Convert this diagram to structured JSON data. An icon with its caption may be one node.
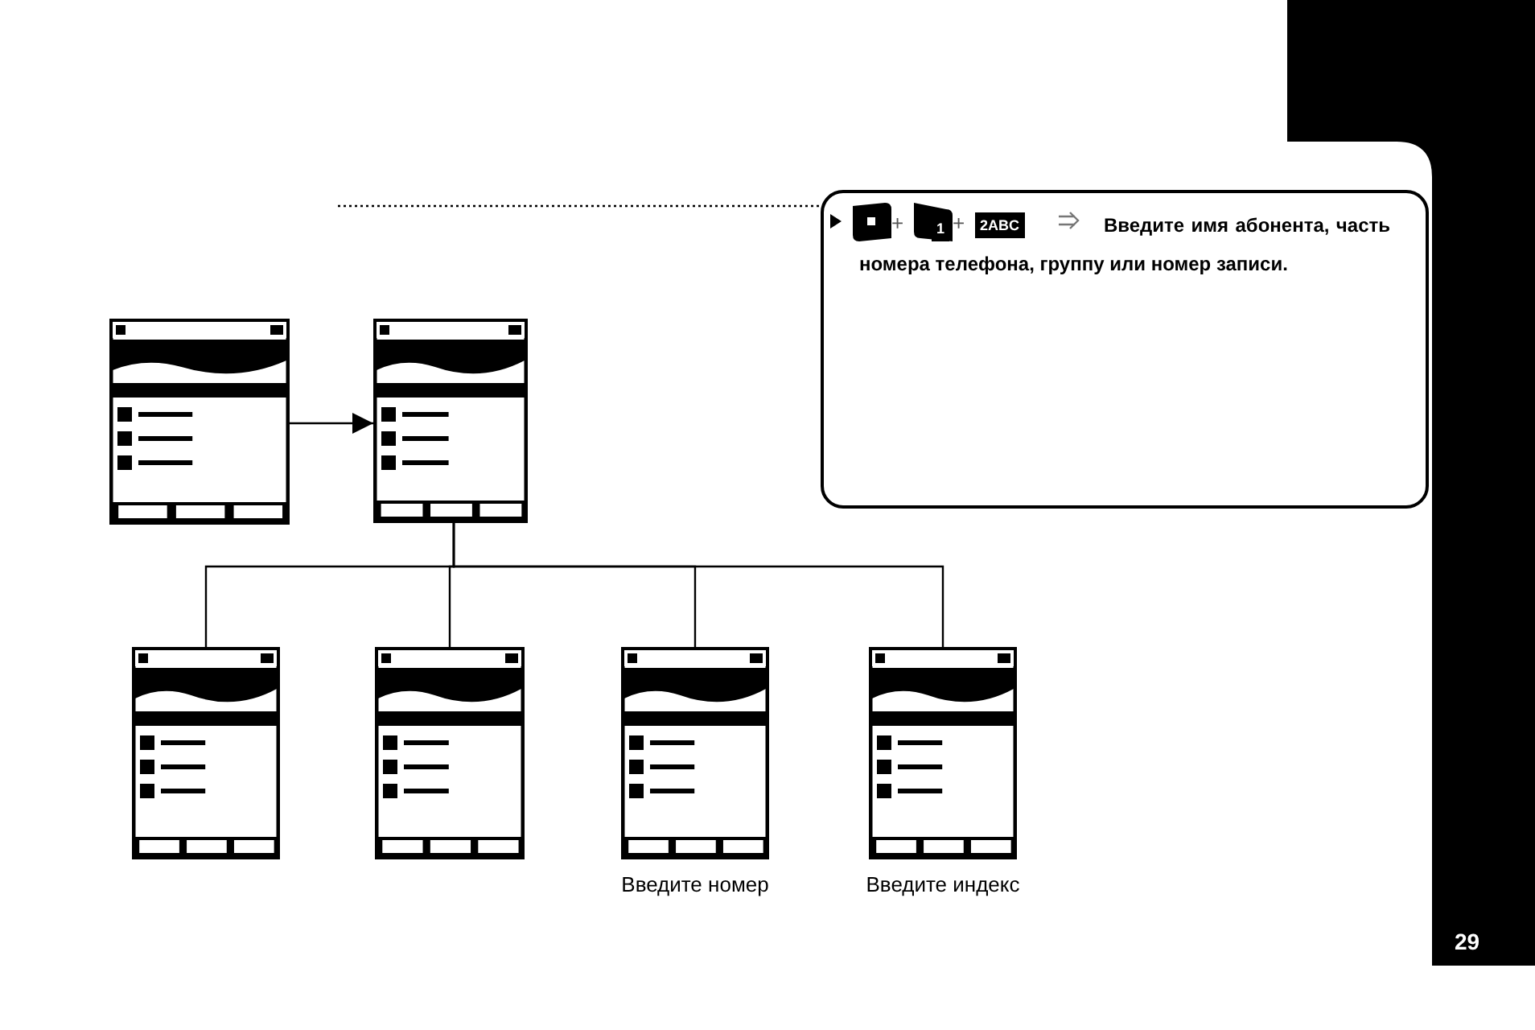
{
  "diagram": {
    "nodes": [
      {
        "text": [],
        "shape": "picture"
      },
      {
        "text": [],
        "shape": "picture"
      },
      {
        "text": [],
        "shape": "picture"
      },
      {
        "text": [],
        "shape": "picture"
      },
      {
        "text": [],
        "shape": "picture",
        "beside": [
          "Введите номер"
        ]
      },
      {
        "text": [],
        "shape": "picture",
        "beside": [
          "Введите индекс"
        ]
      },
      {
        "text": [
          "Введите имя абонента, часть номера телефона, группу или номер записи."
        ]
      }
    ],
    "edges": [
      {
        "from": 0,
        "to": 1,
        "arrow": "to"
      },
      {
        "from": 1,
        "to": 2,
        "arrow": "none"
      },
      {
        "from": 1,
        "to": 3,
        "arrow": "none"
      },
      {
        "from": 1,
        "to": 4,
        "arrow": "none"
      },
      {
        "from": 1,
        "to": 5,
        "arrow": "none"
      },
      {
        "from": null,
        "to": 6,
        "arrow": "none",
        "style": "dashed"
      }
    ],
    "labels": [
      "+",
      "1",
      "+",
      "2ABC",
      "29"
    ]
  }
}
